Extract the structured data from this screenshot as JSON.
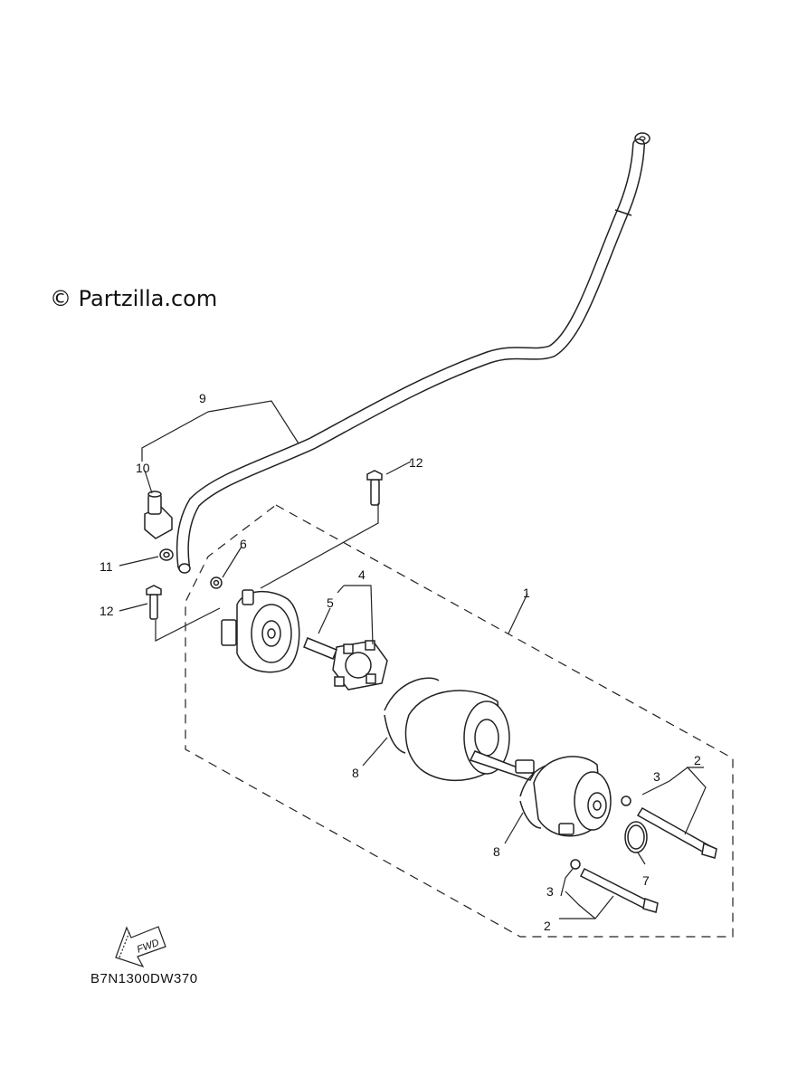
{
  "copyright": "© Partzilla.com",
  "diagram_code": "B7N1300DW370",
  "fwd_label": "FWD",
  "callouts": {
    "c1": "1",
    "c2a": "2",
    "c2b": "2",
    "c3a": "3",
    "c3b": "3",
    "c4": "4",
    "c5": "5",
    "c6": "6",
    "c7": "7",
    "c8a": "8",
    "c8b": "8",
    "c9": "9",
    "c10": "10",
    "c11": "11",
    "c12a": "12",
    "c12b": "12"
  }
}
